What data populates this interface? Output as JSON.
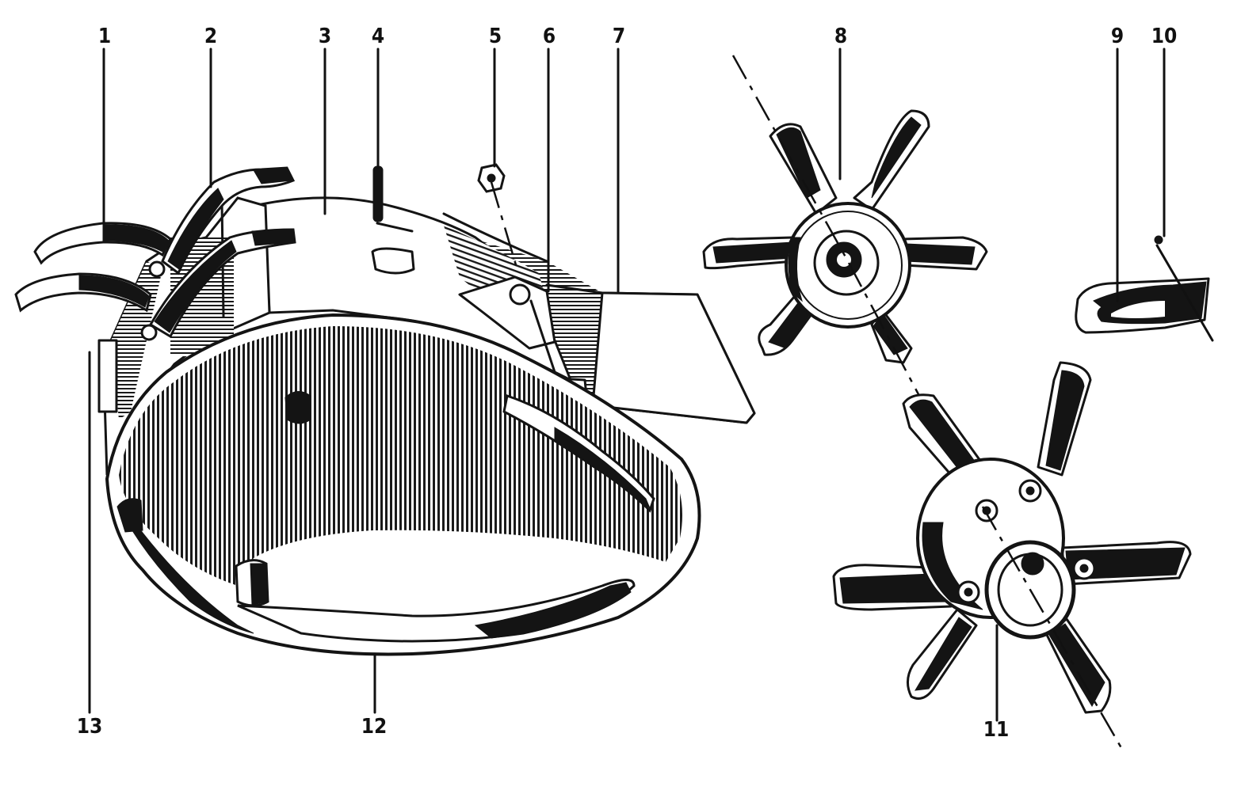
{
  "diagram": {
    "callouts": [
      {
        "id": "1",
        "label": "1"
      },
      {
        "id": "2",
        "label": "2"
      },
      {
        "id": "3",
        "label": "3"
      },
      {
        "id": "4",
        "label": "4"
      },
      {
        "id": "5",
        "label": "5"
      },
      {
        "id": "6",
        "label": "6"
      },
      {
        "id": "7",
        "label": "7"
      },
      {
        "id": "8",
        "label": "8"
      },
      {
        "id": "9",
        "label": "9"
      },
      {
        "id": "10",
        "label": "10"
      },
      {
        "id": "11",
        "label": "11"
      },
      {
        "id": "12",
        "label": "12"
      },
      {
        "id": "13",
        "label": "13"
      }
    ]
  },
  "colors": {
    "ink": "#141414",
    "paper": "#ffffff"
  }
}
